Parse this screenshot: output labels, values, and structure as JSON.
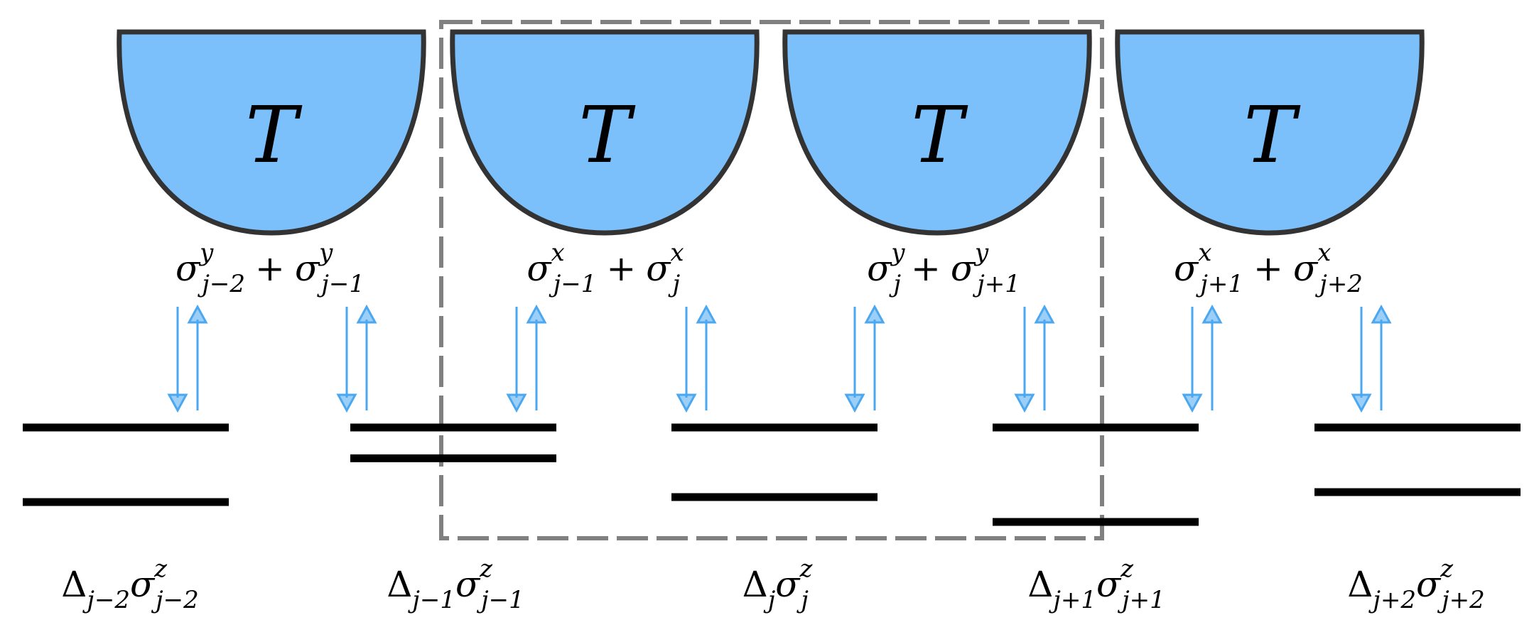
{
  "colors": {
    "bath_fill": "#7bbffb",
    "bath_stroke": "#333333",
    "arrow": "#4aa7f0",
    "level": "#000000",
    "dashed_box": "#808080"
  },
  "baths": [
    {
      "label": "T"
    },
    {
      "label": "T"
    },
    {
      "label": "T"
    },
    {
      "label": "T"
    }
  ],
  "couplings": [
    {
      "first": {
        "sym": "σ",
        "sup": "y",
        "sub": "j−2"
      },
      "op": "+",
      "second": {
        "sym": "σ",
        "sup": "y",
        "sub": "j−1"
      }
    },
    {
      "first": {
        "sym": "σ",
        "sup": "x",
        "sub": "j−1"
      },
      "op": "+",
      "second": {
        "sym": "σ",
        "sup": "x",
        "sub": "j"
      }
    },
    {
      "first": {
        "sym": "σ",
        "sup": "y",
        "sub": "j"
      },
      "op": "+",
      "second": {
        "sym": "σ",
        "sup": "y",
        "sub": "j+1"
      }
    },
    {
      "first": {
        "sym": "σ",
        "sup": "x",
        "sub": "j+1"
      },
      "op": "+",
      "second": {
        "sym": "σ",
        "sup": "x",
        "sub": "j+2"
      }
    }
  ],
  "sites": [
    {
      "delta_sub": "j−2",
      "sigma_sup": "z",
      "sigma_sub": "j−2",
      "gap": 0.75
    },
    {
      "delta_sub": "j−1",
      "sigma_sup": "z",
      "sigma_sub": "j−1",
      "gap": 0.31
    },
    {
      "delta_sub": "j",
      "sigma_sup": "z",
      "sigma_sub": "j",
      "gap": 0.7
    },
    {
      "delta_sub": "j+1",
      "sigma_sup": "z",
      "sigma_sub": "j+1",
      "gap": 0.95
    },
    {
      "delta_sub": "j+2",
      "sigma_sup": "z",
      "sigma_sub": "j+2",
      "gap": 0.65
    }
  ],
  "delta_symbol": "Δ",
  "sigma_symbol": "σ"
}
